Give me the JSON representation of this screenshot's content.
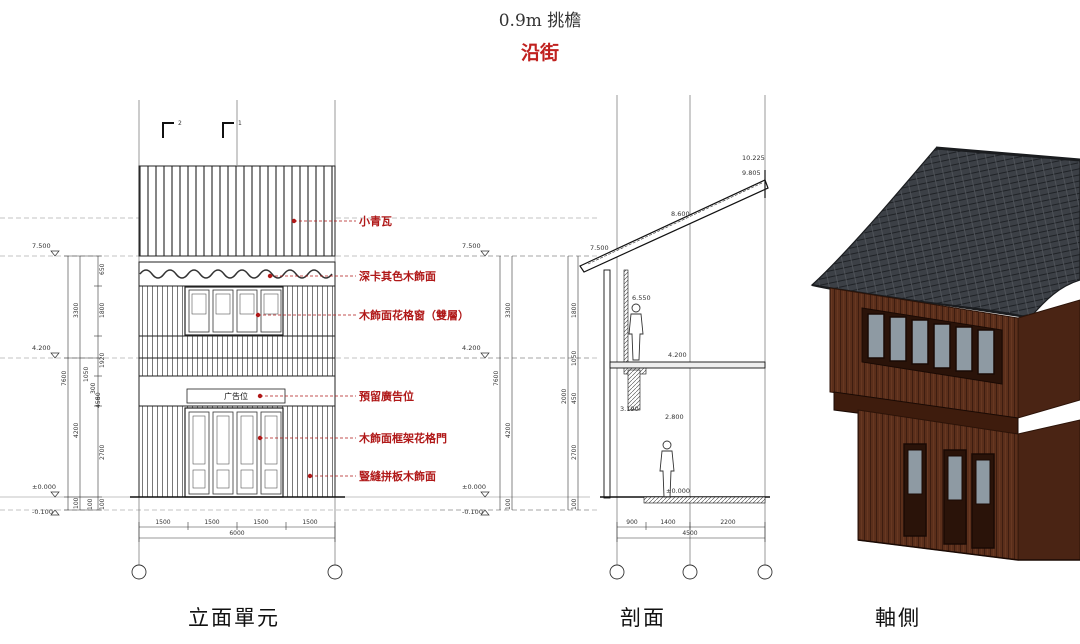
{
  "header": {
    "title": "0.9m 挑檐",
    "subtitle": "沿街"
  },
  "captions": {
    "elevation": "立面單元",
    "section": "剖面",
    "axonometric": "軸側"
  },
  "elevation": {
    "section_marks": [
      "2",
      "1"
    ],
    "levels": [
      "7.500",
      "4.200",
      "±0.000",
      "-0.100"
    ],
    "vertical_dims": [
      "650",
      "1800",
      "1920",
      "300",
      "2700",
      "100",
      "3300",
      "4200",
      "7600",
      "100",
      "100",
      "1050",
      "50",
      "450"
    ],
    "bottom_dims": [
      "1500",
      "1500",
      "1500",
      "1500"
    ],
    "total_dim": "6000",
    "ad_sign": "广告位",
    "callouts": [
      "小青瓦",
      "深卡其色木飾面",
      "木飾面花格窗（雙層）",
      "預留廣告位",
      "木飾面框架花格門",
      "豎縫拼板木飾面"
    ]
  },
  "section": {
    "levels": [
      "10.225",
      "9.805",
      "8.600",
      "7.500",
      "6.550",
      "4.200",
      "3.190",
      "2.800",
      "±0.000",
      "7.500",
      "4.200",
      "±0.000",
      "-0.100"
    ],
    "vertical_dims": [
      "3300",
      "1800",
      "1050",
      "4200",
      "2700",
      "7600",
      "100",
      "100",
      "2000",
      "450"
    ],
    "bottom_dims": [
      "900",
      "1400",
      "2200"
    ],
    "total_dim": "4500"
  },
  "colors": {
    "accent": "#c0211f",
    "line": "#222222",
    "wood": "#5a2e1a",
    "roof": "#3a3d42"
  }
}
